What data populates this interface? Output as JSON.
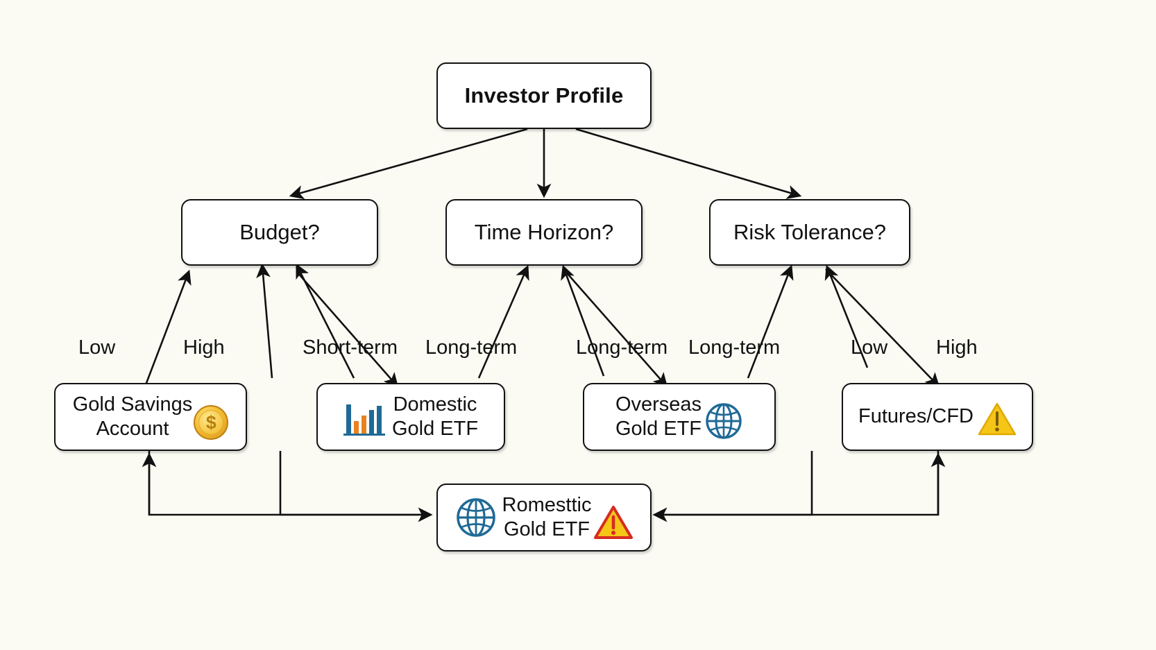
{
  "diagram": {
    "title": "Gold Investment Decision Tree",
    "background_color": "#fbfbf4",
    "node_border_color": "#111111",
    "node_fill_color": "#ffffff",
    "nodes": [
      {
        "id": "root",
        "label": "Investor Profile",
        "role": "root"
      },
      {
        "id": "budget",
        "label": "Budget?",
        "role": "decision"
      },
      {
        "id": "horizon",
        "label": "Time Horizon?",
        "role": "decision"
      },
      {
        "id": "risk",
        "label": "Risk Tolerance?",
        "role": "decision"
      },
      {
        "id": "savings",
        "label_line1": "Gold Savings",
        "label_line2": "Account",
        "role": "leaf",
        "icon": "gold-coin-icon"
      },
      {
        "id": "domestic",
        "label_line1": "Domestic",
        "label_line2": "Gold ETF",
        "role": "leaf",
        "icon": "bar-chart-icon"
      },
      {
        "id": "overseas",
        "label_line1": "Overseas",
        "label_line2": "Gold ETF",
        "role": "leaf",
        "icon": "globe-icon"
      },
      {
        "id": "futures",
        "label_line1": "Futures/CFD",
        "label_line2": "",
        "role": "leaf",
        "icon": "warning-icon"
      },
      {
        "id": "romesttic",
        "label_line1": "Romesttic",
        "label_line2": "Gold ETF",
        "role": "leaf",
        "icon": "globe-icon",
        "icon2": "warning-icon"
      }
    ],
    "edge_labels": [
      {
        "id": "lbl-budget-low",
        "text": "Low"
      },
      {
        "id": "lbl-budget-high",
        "text": "High"
      },
      {
        "id": "lbl-horizon-short",
        "text": "Short-term"
      },
      {
        "id": "lbl-horizon-long",
        "text": "Long-term"
      },
      {
        "id": "lbl-horizon-long-2",
        "text": "Long-term"
      },
      {
        "id": "lbl-risk-long",
        "text": "Long-term"
      },
      {
        "id": "lbl-risk-low",
        "text": "Low"
      },
      {
        "id": "lbl-risk-high",
        "text": "High"
      }
    ]
  }
}
